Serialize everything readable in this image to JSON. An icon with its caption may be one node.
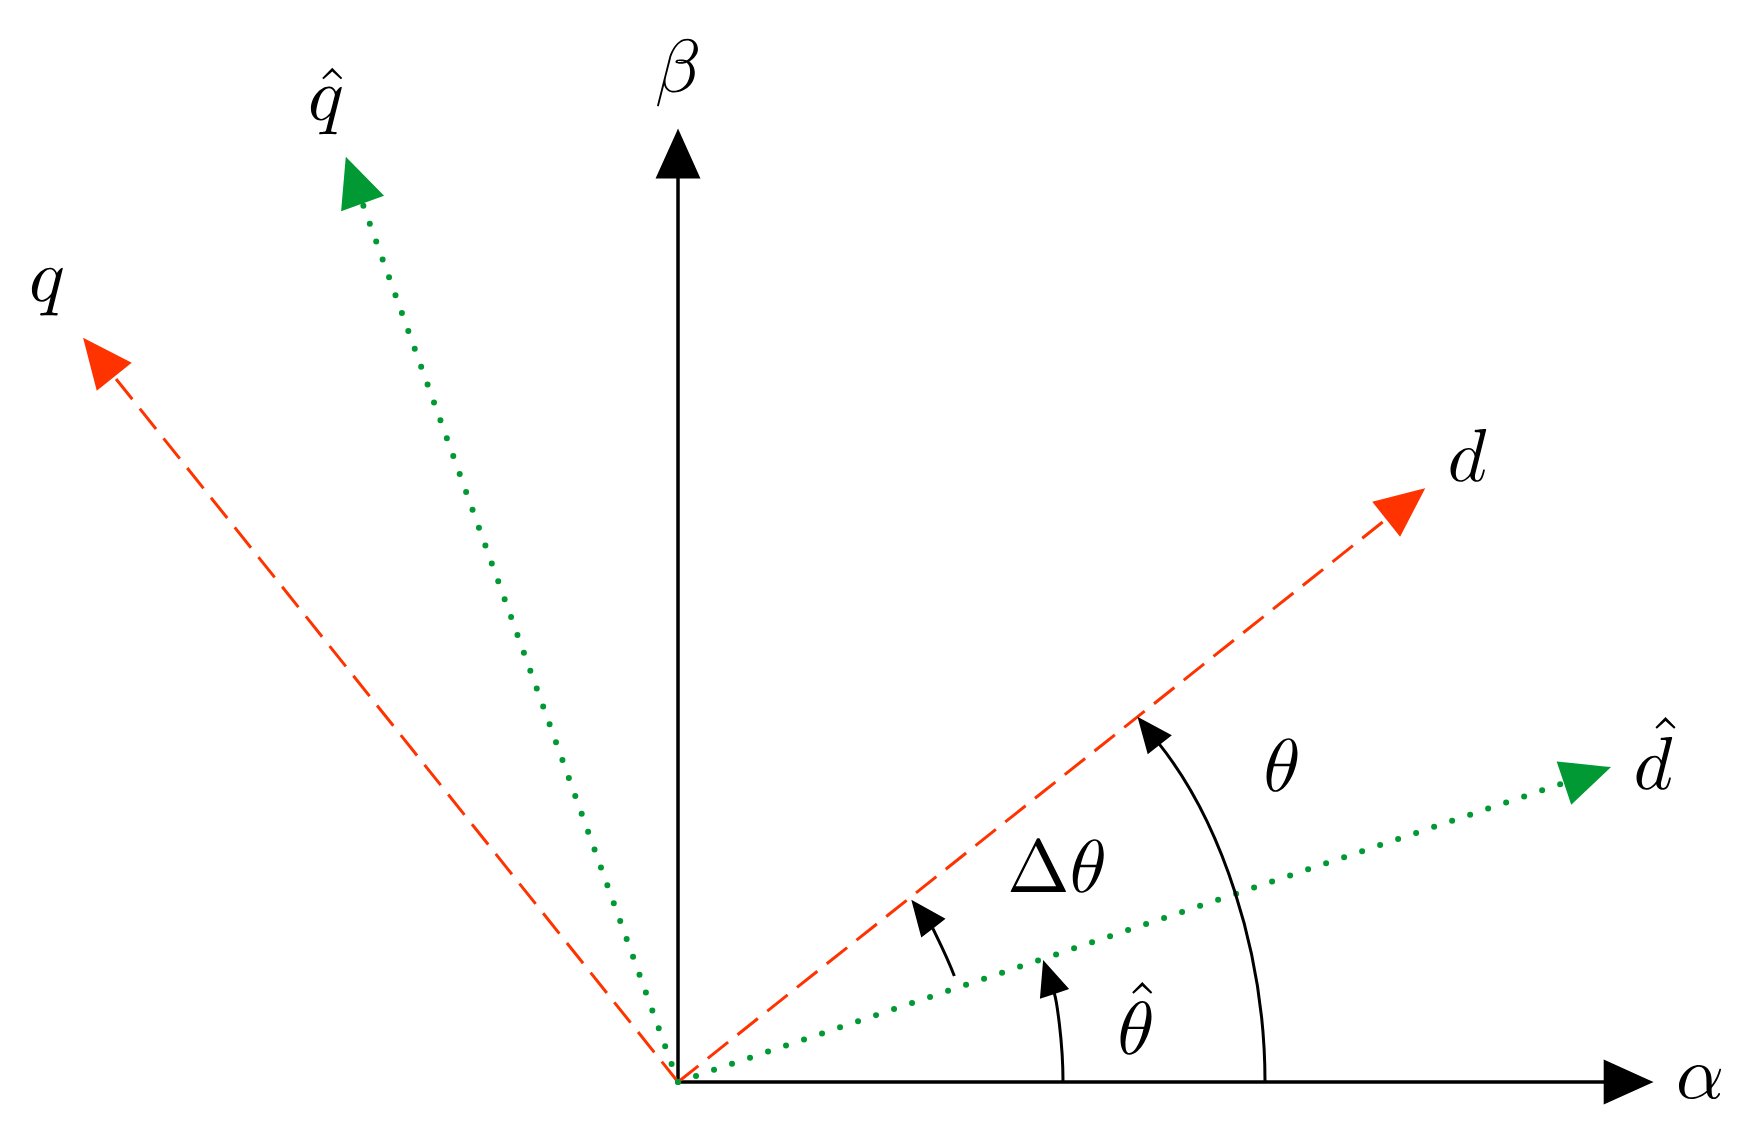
{
  "diagram": {
    "nodes": [
      {
        "text": [
          "\\alpha"
        ]
      },
      {
        "text": [
          "\\beta"
        ]
      },
      {
        "text": [
          "d"
        ]
      },
      {
        "text": [
          "q"
        ]
      },
      {
        "text": [
          "\\hat{d}"
        ]
      },
      {
        "text": [
          "\\hat{q}"
        ]
      }
    ],
    "edges": [
      {
        "from": null,
        "to": 0,
        "arrow": "to",
        "color": "#000000"
      },
      {
        "from": null,
        "to": 1,
        "arrow": "to",
        "color": "#000000"
      },
      {
        "from": null,
        "to": 2,
        "arrow": "to",
        "style": "dashed",
        "color": "#ff3300"
      },
      {
        "from": null,
        "to": 3,
        "arrow": "to",
        "style": "dashed",
        "color": "#ff3300"
      },
      {
        "from": null,
        "to": 4,
        "arrow": "to",
        "style": "dashed",
        "color": "#009933"
      },
      {
        "from": null,
        "to": 5,
        "arrow": "to",
        "style": "dashed",
        "color": "#009933"
      }
    ],
    "labels": [
      "\\theta",
      "\\hat{\\theta}",
      "\\Delta\\theta"
    ]
  }
}
